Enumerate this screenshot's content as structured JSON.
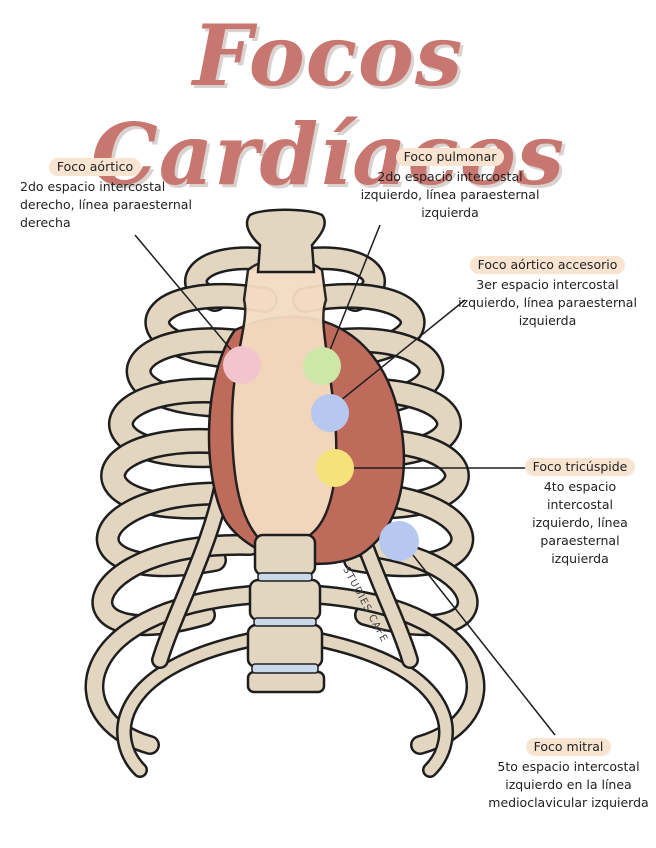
{
  "title": "Focos Cardíacos",
  "watermark": "STUDIES CAFE",
  "foci": [
    {
      "name": "Foco aórtico",
      "description": "2do espacio intercostal\nderecho, línea paraesternal\nderecha",
      "color": "#f2c4cc"
    },
    {
      "name": "Foco pulmonar",
      "description": "2do espacio intercostal\nizquierdo, línea paraesternal\nizquierda",
      "color": "#cde7a8"
    },
    {
      "name": "Foco aórtico accesorio",
      "description": "3er espacio intercostal\nizquierdo, línea paraesternal\nizquierda",
      "color": "#b6c8ef"
    },
    {
      "name": "Foco tricúspide",
      "description": "4to espacio intercostal\nizquierdo, línea\nparaesternal izquierda",
      "color": "#f6e27a"
    },
    {
      "name": "Foco mitral",
      "description": "5to espacio intercostal\nizquierdo en la línea\nmedioclavicular izquierda",
      "color": "#b6c8ef"
    }
  ],
  "colors": {
    "bone": "#e3d6c1",
    "sternum": "#f4dcc2",
    "heart": "#bf6b5c",
    "outline": "#1e1e1e",
    "title": "#c87670",
    "label_bg": "#f9e4d2"
  }
}
